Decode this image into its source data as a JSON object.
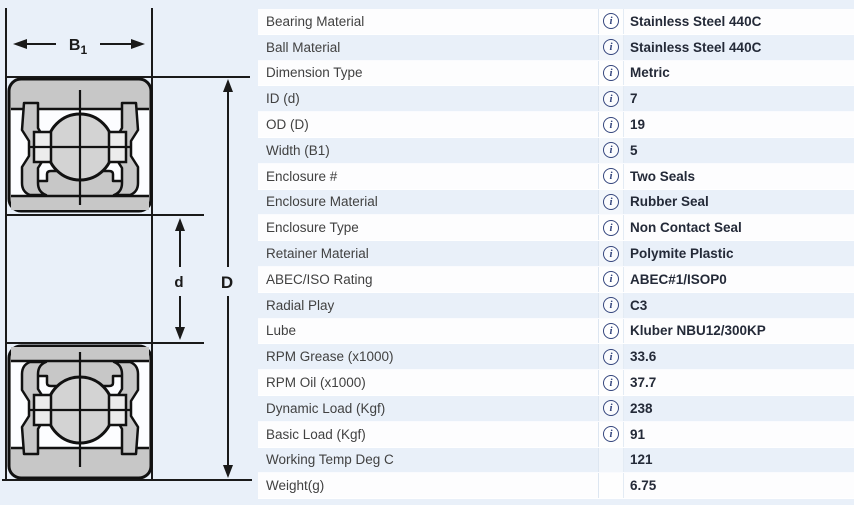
{
  "diagram": {
    "width_label": "B",
    "width_label_sub": "1",
    "bore_label": "d",
    "outer_label": "D"
  },
  "table": {
    "info_icon_glyph": "i",
    "rows": [
      {
        "label": "Bearing Material",
        "value": "Stainless Steel 440C",
        "info": true
      },
      {
        "label": "Ball Material",
        "value": "Stainless Steel 440C",
        "info": true
      },
      {
        "label": "Dimension Type",
        "value": "Metric",
        "info": true
      },
      {
        "label": "ID (d)",
        "value": "7",
        "info": true
      },
      {
        "label": "OD (D)",
        "value": "19",
        "info": true
      },
      {
        "label": "Width (B1)",
        "value": "5",
        "info": true
      },
      {
        "label": "Enclosure #",
        "value": "Two Seals",
        "info": true
      },
      {
        "label": "Enclosure Material",
        "value": "Rubber Seal",
        "info": true
      },
      {
        "label": "Enclosure Type",
        "value": "Non Contact Seal",
        "info": true
      },
      {
        "label": "Retainer Material",
        "value": "Polymite Plastic",
        "info": true
      },
      {
        "label": "ABEC/ISO Rating",
        "value": "ABEC#1/ISOP0",
        "info": true
      },
      {
        "label": "Radial Play",
        "value": "C3",
        "info": true
      },
      {
        "label": "Lube",
        "value": "Kluber NBU12/300KP",
        "info": true
      },
      {
        "label": "RPM Grease (x1000)",
        "value": "33.6",
        "info": true
      },
      {
        "label": "RPM Oil (x1000)",
        "value": "37.7",
        "info": true
      },
      {
        "label": "Dynamic Load (Kgf)",
        "value": "238",
        "info": true
      },
      {
        "label": "Basic Load (Kgf)",
        "value": "91",
        "info": true
      },
      {
        "label": "Working Temp Deg C",
        "value": "121",
        "info": false
      },
      {
        "label": "Weight(g)",
        "value": "6.75",
        "info": false
      }
    ]
  },
  "colors": {
    "page_bg": "#e9f0f9",
    "row_white": "#fdfdfe",
    "label_text": "#414141",
    "value_text": "#242a38",
    "info_icon": "#36477e",
    "diagram_line": "#1a1a1a",
    "bearing_gray": "#c7c7c7",
    "ball_gray": "#d3d3d3"
  }
}
